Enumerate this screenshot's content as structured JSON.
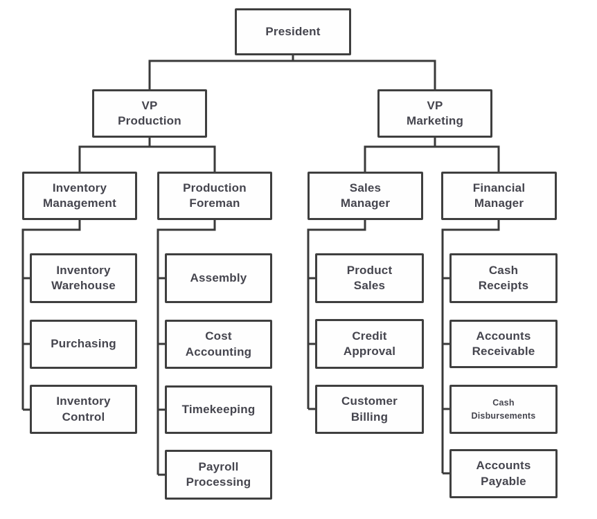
{
  "diagram_type": "org-chart",
  "colors": {
    "bg": "#ffffff",
    "box_fill": "#fefefe",
    "box_border": "#3f3f3f",
    "line": "#3a3a3a",
    "text": "#45454e"
  },
  "nodes": {
    "president": {
      "label": "President"
    },
    "vp_production": {
      "label": "VP\nProduction"
    },
    "vp_marketing": {
      "label": "VP\nMarketing"
    },
    "inventory_management": {
      "label": "Inventory\nManagement"
    },
    "production_foreman": {
      "label": "Production\nForeman"
    },
    "sales_manager": {
      "label": "Sales\nManager"
    },
    "financial_manager": {
      "label": "Financial\nManager"
    },
    "inventory_warehouse": {
      "label": "Inventory\nWarehouse"
    },
    "purchasing": {
      "label": "Purchasing"
    },
    "inventory_control": {
      "label": "Inventory\nControl"
    },
    "assembly": {
      "label": "Assembly"
    },
    "cost_accounting": {
      "label": "Cost\nAccounting"
    },
    "timekeeping": {
      "label": "Timekeeping"
    },
    "payroll_processing": {
      "label": "Payroll\nProcessing"
    },
    "product_sales": {
      "label": "Product\nSales"
    },
    "credit_approval": {
      "label": "Credit\nApproval"
    },
    "customer_billing": {
      "label": "Customer\nBilling"
    },
    "cash_receipts": {
      "label": "Cash\nReceipts"
    },
    "accounts_receivable": {
      "label": "Accounts\nReceivable"
    },
    "cash_disbursements": {
      "label": "Cash\nDisbursements"
    },
    "accounts_payable": {
      "label": "Accounts\nPayable"
    }
  },
  "hierarchy": {
    "president": [
      "vp_production",
      "vp_marketing"
    ],
    "vp_production": [
      "inventory_management",
      "production_foreman"
    ],
    "vp_marketing": [
      "sales_manager",
      "financial_manager"
    ],
    "inventory_management": [
      "inventory_warehouse",
      "purchasing",
      "inventory_control"
    ],
    "production_foreman": [
      "assembly",
      "cost_accounting",
      "timekeeping",
      "payroll_processing"
    ],
    "sales_manager": [
      "product_sales",
      "credit_approval",
      "customer_billing"
    ],
    "financial_manager": [
      "cash_receipts",
      "accounts_receivable",
      "cash_disbursements",
      "accounts_payable"
    ]
  }
}
